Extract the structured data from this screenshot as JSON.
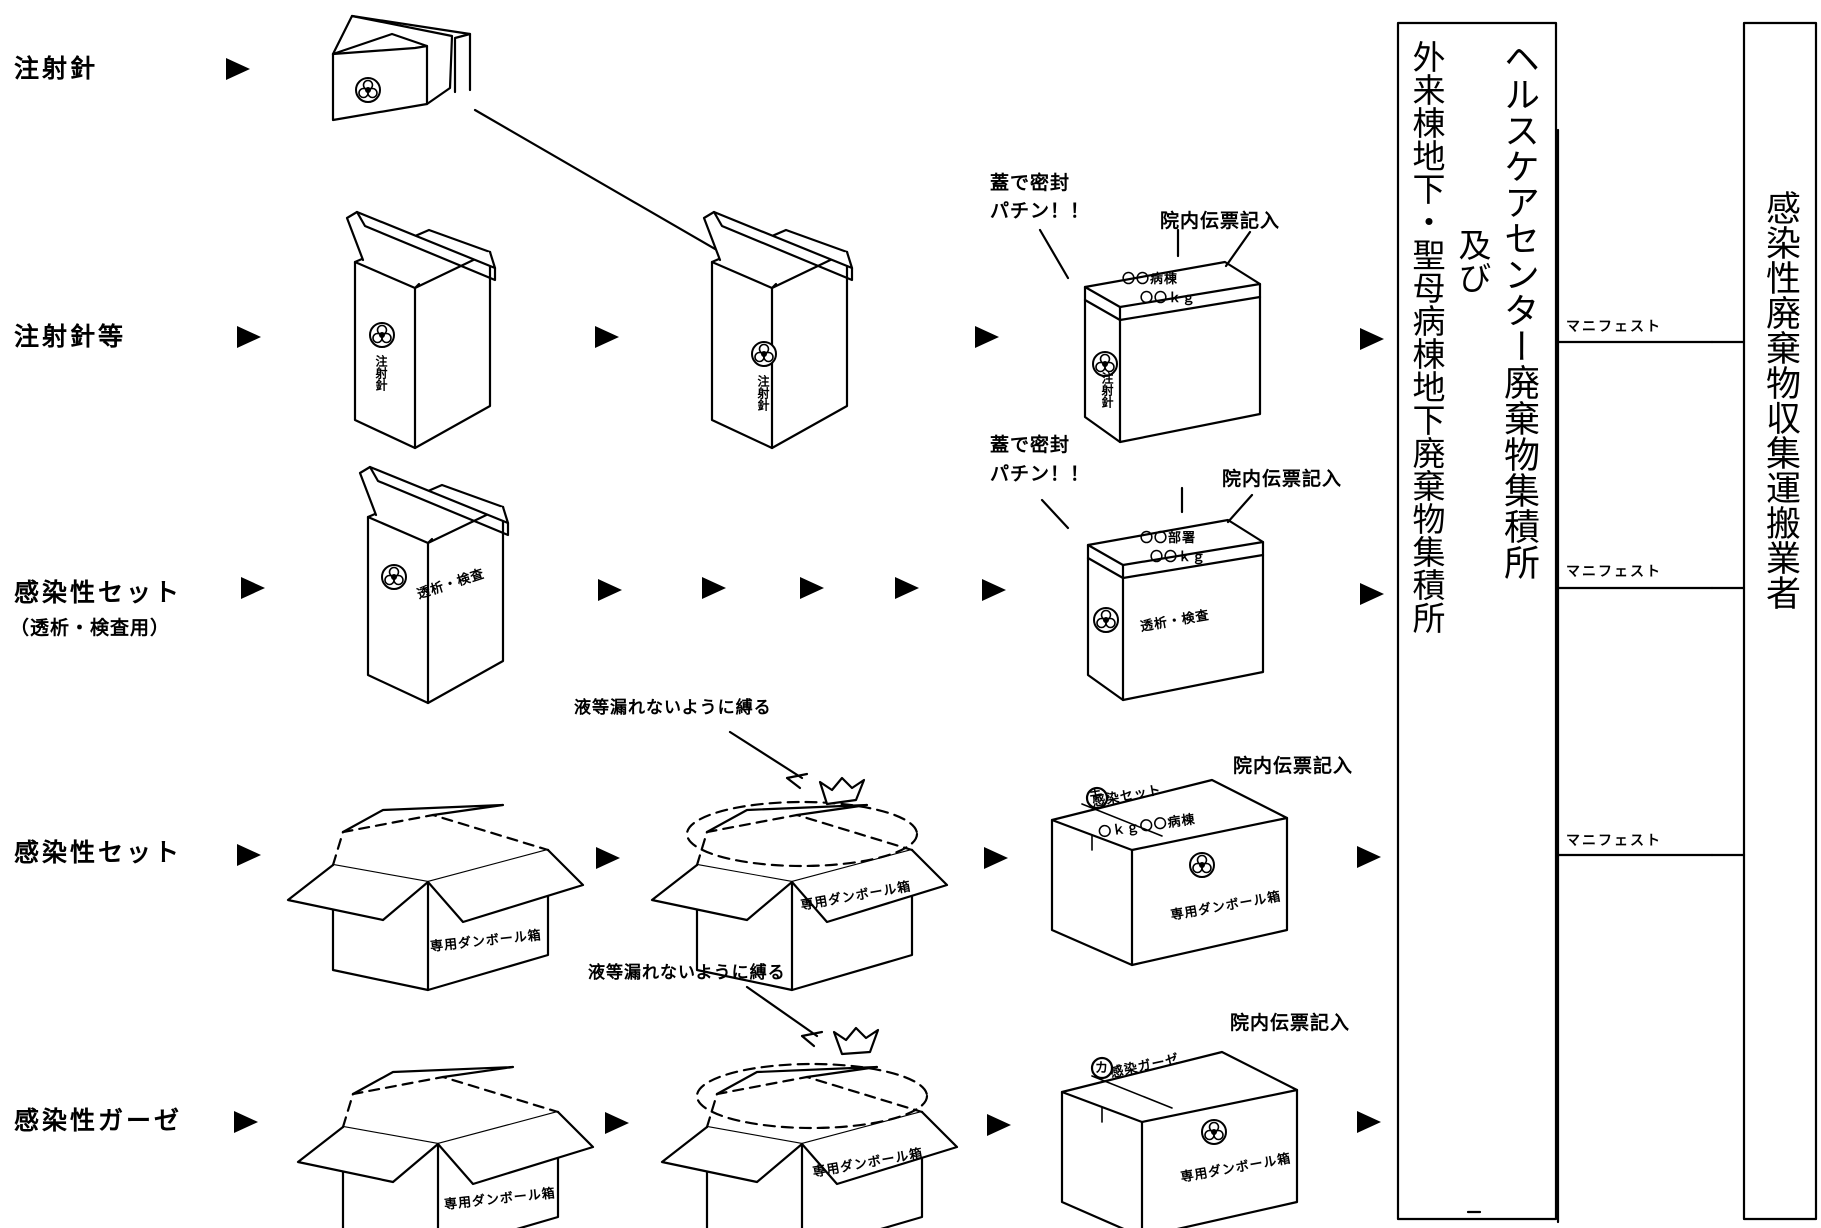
{
  "categories": [
    "注射針",
    "注射針等",
    "感染性セット",
    "（透析・検査用）",
    "感染性セット",
    "感染性ガーゼ"
  ],
  "notes": {
    "lid_seal_line1": "蓋で密封",
    "lid_seal_line2": "パチン！！",
    "internal_slip": "院内伝票記入",
    "tie_bag": "液等漏れないように縛る"
  },
  "box_labels": {
    "syringe": "注射針",
    "dialysis": "透析・検査",
    "ward_dept": "〇〇病棟",
    "kg": "〇〇ｋｇ",
    "ward_dept2": "〇〇部署",
    "set_label": "感染セット",
    "kg_ward": "〇ｋｇ〇〇病棟",
    "cardboard": "専用ダンボール箱",
    "gauze_label": "感染ガーゼ",
    "mark_ki": "キ",
    "mark_ka": "カ"
  },
  "collection": {
    "building_b": "外来棟地下・聖母病棟地下廃棄物集積所",
    "and": "及び",
    "building_a": "ヘルスケアセンター廃棄物集積所",
    "manifest": "マニフェスト",
    "contractor": "感染性廃棄物収集運搬業者"
  }
}
